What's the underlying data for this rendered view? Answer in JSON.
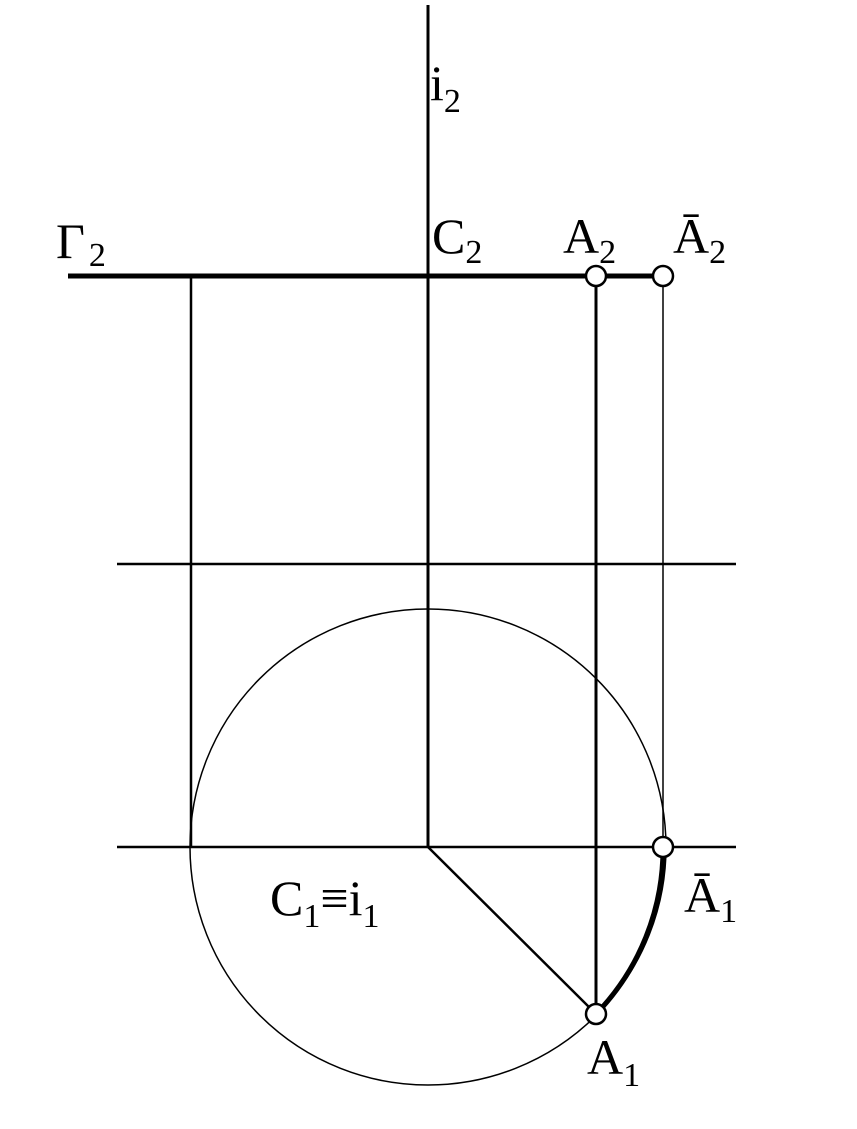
{
  "labels": {
    "i2": {
      "main": "i",
      "sub": "2"
    },
    "gamma2": {
      "main": "Γ",
      "sub": "2"
    },
    "c2": {
      "main": "C",
      "sub": "2"
    },
    "a2": {
      "main": "A",
      "sub": "2"
    },
    "abar2": {
      "main": "Ā",
      "sub": "2"
    },
    "c1i1": {
      "c": "C",
      "c_sub": "1",
      "equiv": "≡",
      "i": "i",
      "i_sub": "1"
    },
    "abar1": {
      "main": "Ā",
      "sub": "1"
    },
    "a1": {
      "main": "A",
      "sub": "1"
    }
  },
  "colors": {
    "ink": "#000000",
    "paper": "#ffffff"
  }
}
